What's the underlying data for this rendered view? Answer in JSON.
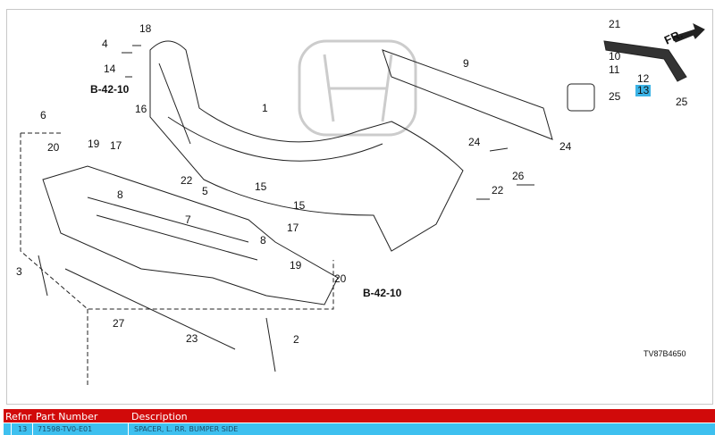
{
  "diagram": {
    "callouts": [
      "18",
      "4",
      "14",
      "B-42-10",
      "16",
      "17",
      "6",
      "20",
      "19",
      "22",
      "5",
      "15",
      "15",
      "8",
      "7",
      "8",
      "1",
      "9",
      "21",
      "10",
      "11",
      "12",
      "13",
      "25",
      "25",
      "24",
      "24",
      "26",
      "22",
      "17",
      "19",
      "20",
      "B-42-10",
      "3",
      "27",
      "23",
      "2"
    ],
    "fr_label": "FR.",
    "diagram_code": "TV87B4650",
    "highlighted_ref": "13",
    "highlight_color": "#3bb3e6"
  },
  "table": {
    "headers": [
      "Refnr",
      "Part Number",
      "Description"
    ],
    "rows": [
      {
        "refnr": "13",
        "part_number": "71598-TV0-E01",
        "description": "SPACER, L. RR. BUMPER SIDE"
      }
    ],
    "header_color": "#d10a0a",
    "row_color": "#3ec0ef"
  }
}
